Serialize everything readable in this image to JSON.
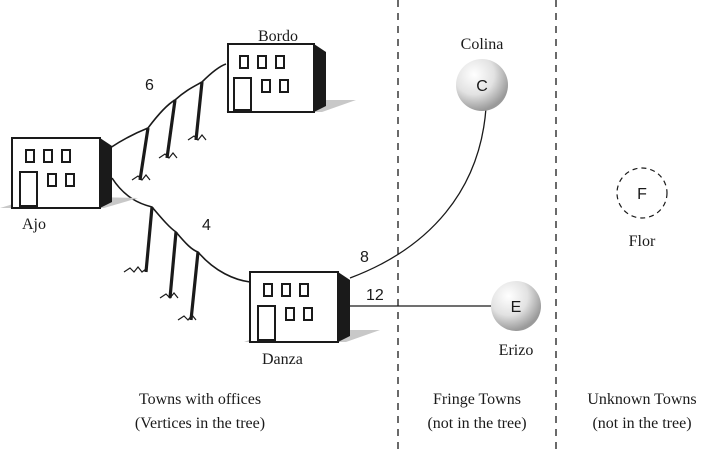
{
  "towns": {
    "ajo": {
      "label": "Ajo"
    },
    "bordo": {
      "label": "Bordo"
    },
    "danza": {
      "label": "Danza"
    },
    "colina": {
      "label": "Colina",
      "node": "C"
    },
    "erizo": {
      "label": "Erizo",
      "node": "E"
    },
    "flor": {
      "label": "Flor",
      "node": "F"
    }
  },
  "edges": {
    "ajo_bordo": {
      "weight": "6"
    },
    "ajo_danza": {
      "weight": "4"
    },
    "danza_colina": {
      "weight": "8"
    },
    "danza_erizo": {
      "weight": "12"
    }
  },
  "regions": {
    "offices": {
      "line1": "Towns with offices",
      "line2": "(Vertices in the tree)"
    },
    "fringe": {
      "line1": "Fringe Towns",
      "line2": "(not in the tree)"
    },
    "unknown": {
      "line1": "Unknown Towns",
      "line2": "(not in the tree)"
    }
  },
  "colors": {
    "ink": "#1a1a1a",
    "shadow": "#c8c8c8",
    "sphere_light": "#ffffff",
    "sphere_dark": "#9a9a9a"
  }
}
